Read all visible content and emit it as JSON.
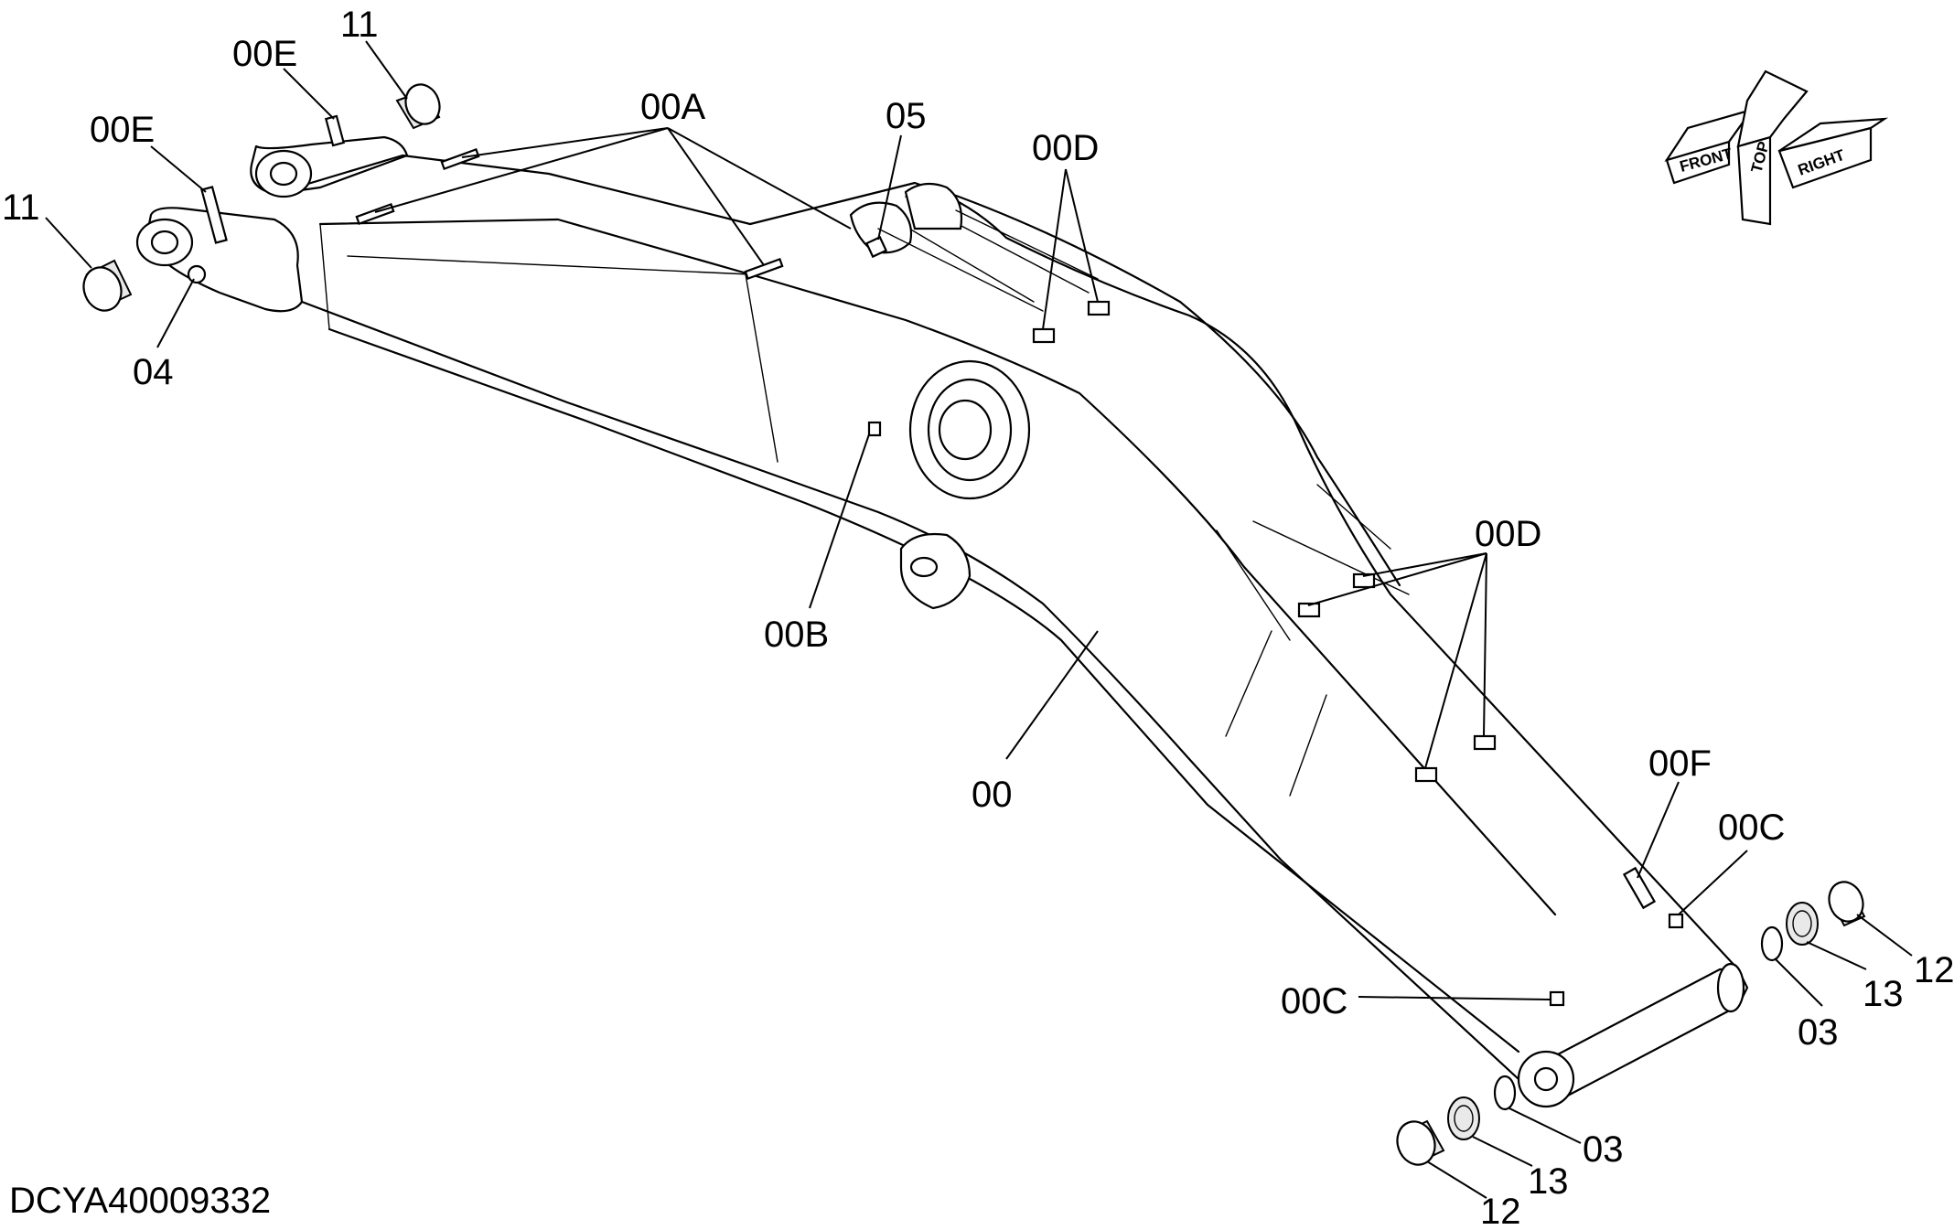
{
  "drawing_code": "DCYA40009332",
  "direction_indicator": {
    "top": "TOP",
    "front": "FRONT",
    "right": "RIGHT"
  },
  "callouts": {
    "c00": "00",
    "c00A": "00A",
    "c00B": "00B",
    "c00C_upper": "00C",
    "c00C_lower": "00C",
    "c00D_upper": "00D",
    "c00D_lower": "00D",
    "c00E_upper": "00E",
    "c00E_lower": "00E",
    "c00F": "00F",
    "c03_upper": "03",
    "c03_lower": "03",
    "c04": "04",
    "c05": "05",
    "c11_upper": "11",
    "c11_lower": "11",
    "c12_upper": "12",
    "c12_lower": "12",
    "c13_upper": "13",
    "c13_lower": "13"
  }
}
